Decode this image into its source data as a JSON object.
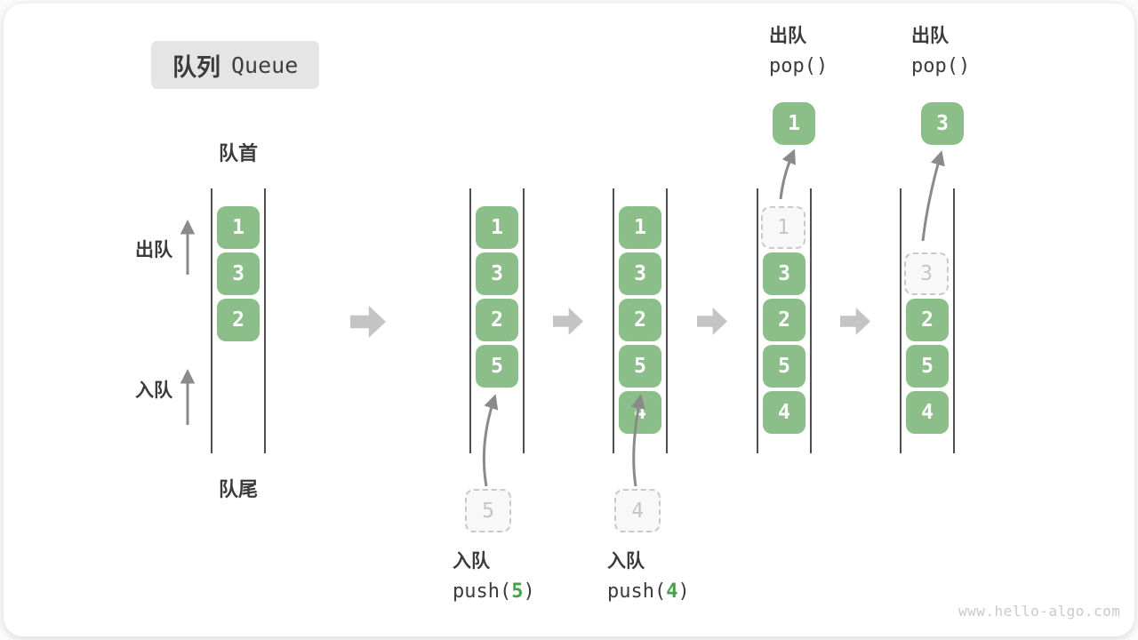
{
  "title": {
    "zh": "队列",
    "en": "Queue"
  },
  "labels": {
    "front": "队首",
    "rear": "队尾",
    "dequeue": "出队",
    "enqueue": "入队"
  },
  "colors": {
    "box_green": "#8cbe8a",
    "accent_green": "#44a248",
    "block_arrow_gray": "#c4c4c4",
    "curve_arrow_gray": "#8a8a8a",
    "badge_gray": "#e5e5e5"
  },
  "states": [
    {
      "cells": [
        "1",
        "3",
        "2"
      ]
    },
    {
      "cells": [
        "1",
        "3",
        "2",
        "5"
      ]
    },
    {
      "cells": [
        "1",
        "3",
        "2",
        "5",
        "4"
      ]
    },
    {
      "ghost": "1",
      "cells": [
        "3",
        "2",
        "5",
        "4"
      ],
      "popped": "1"
    },
    {
      "ghost": "3",
      "cells": [
        "2",
        "5",
        "4"
      ],
      "popped": "3"
    }
  ],
  "operations": {
    "push5": {
      "label": "入队",
      "call_open": "push(",
      "arg": "5",
      "call_close": ")",
      "ghost": "5"
    },
    "push4": {
      "label": "入队",
      "call_open": "push(",
      "arg": "4",
      "call_close": ")",
      "ghost": "4"
    },
    "pop1": {
      "label": "出队",
      "call": "pop()"
    },
    "pop3": {
      "label": "出队",
      "call": "pop()"
    }
  },
  "watermark": "www.hello-algo.com"
}
